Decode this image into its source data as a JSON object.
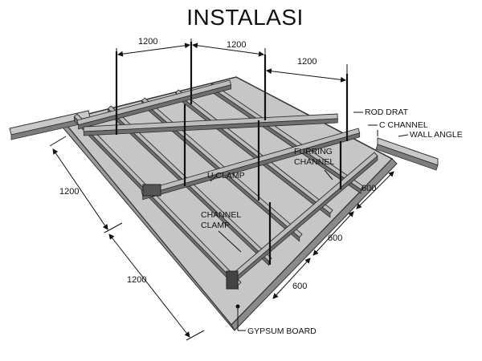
{
  "title": "INSTALASI",
  "colors": {
    "board": "#c8c8c8",
    "board_edge": "#3a3a3a",
    "steel": "#6e6e6e",
    "steel_dark": "#2e2e2e",
    "steel_light": "#bdbdbd",
    "line": "#111111"
  },
  "dimensions": {
    "top_1": "1200",
    "top_2": "1200",
    "top_3": "1200",
    "left_1": "1200",
    "left_2": "1200",
    "right_1": "600",
    "right_2": "600",
    "right_3": "600"
  },
  "labels": {
    "rod_drat": "ROD DRAT",
    "c_channel": "C CHANNEL",
    "wall_angle": "WALL ANGLE",
    "furring_channel_1": "FURRING",
    "furring_channel_2": "CHANNEL",
    "u_clamp": "U CLAMP",
    "channel_clamp_1": "CHANNEL",
    "channel_clamp_2": "CLAMP",
    "gypsum_board": "GYPSUM BOARD"
  }
}
